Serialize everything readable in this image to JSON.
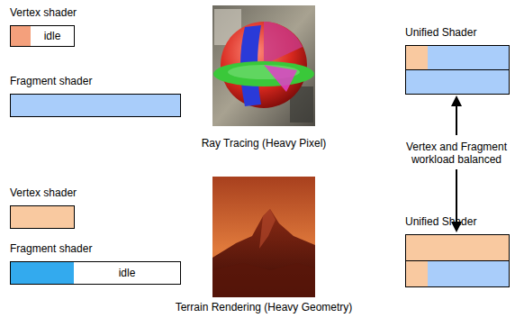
{
  "diagram": {
    "nodes": [
      {
        "text": [
          "Vertex shader",
          "idle"
        ]
      },
      {
        "text": [
          "Fragment shader"
        ]
      },
      {
        "text": [
          "Unified Shader"
        ]
      },
      {
        "text": [
          "Vertex shader"
        ]
      },
      {
        "text": [
          "Fragment shader",
          "idle"
        ]
      },
      {
        "text": [
          "Unified Shader"
        ]
      }
    ],
    "labels": [
      "Ray Tracing (Heavy Pixel)",
      "Vertex and Fragment workload balanced",
      "Terrain Rendering (Heavy Geometry)"
    ]
  }
}
